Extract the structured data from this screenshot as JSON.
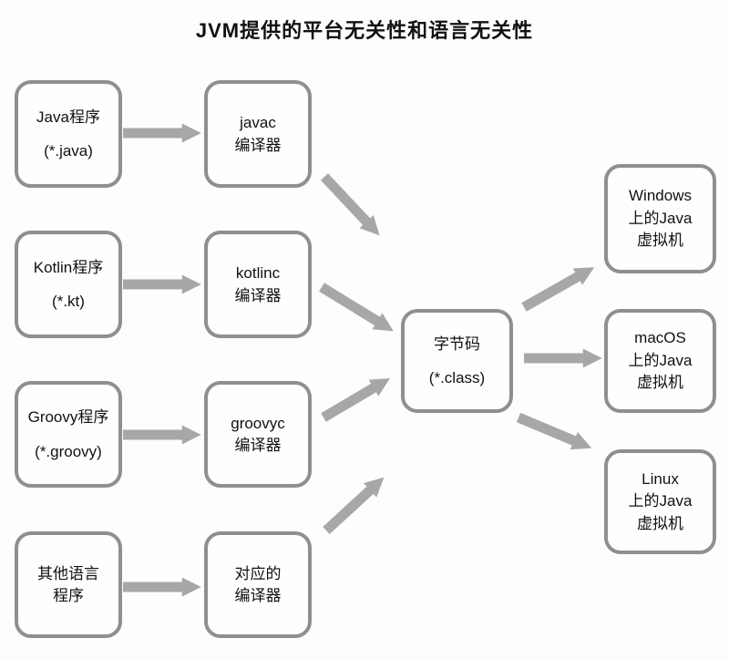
{
  "title": "JVM提供的平台无关性和语言无关性",
  "colors": {
    "background": "#fdfdfd",
    "box_border": "#8f8f8f",
    "arrow": "#a7a7a7",
    "text": "#111111"
  },
  "nodes": {
    "java_source": {
      "lines": [
        "Java程序",
        "(*.java)"
      ]
    },
    "javac": {
      "lines": [
        "javac",
        "编译器"
      ]
    },
    "kotlin_source": {
      "lines": [
        "Kotlin程序",
        "(*.kt)"
      ]
    },
    "kotlinc": {
      "lines": [
        "kotlinc",
        "编译器"
      ]
    },
    "groovy_source": {
      "lines": [
        "Groovy程序",
        "(*.groovy)"
      ]
    },
    "groovyc": {
      "lines": [
        "groovyc",
        "编译器"
      ]
    },
    "other_source": {
      "lines": [
        "其他语言",
        "程序"
      ]
    },
    "other_compiler": {
      "lines": [
        "对应的",
        "编译器"
      ]
    },
    "bytecode": {
      "lines": [
        "字节码",
        "(*.class)"
      ]
    },
    "windows_jvm": {
      "lines": [
        "Windows",
        "上的Java",
        "虚拟机"
      ]
    },
    "macos_jvm": {
      "lines": [
        "macOS",
        "上的Java",
        "虚拟机"
      ]
    },
    "linux_jvm": {
      "lines": [
        "Linux",
        "上的Java",
        "虚拟机"
      ]
    }
  },
  "edges": [
    {
      "from": "java_source",
      "to": "javac"
    },
    {
      "from": "kotlin_source",
      "to": "kotlinc"
    },
    {
      "from": "groovy_source",
      "to": "groovyc"
    },
    {
      "from": "other_source",
      "to": "other_compiler"
    },
    {
      "from": "javac",
      "to": "bytecode"
    },
    {
      "from": "kotlinc",
      "to": "bytecode"
    },
    {
      "from": "groovyc",
      "to": "bytecode"
    },
    {
      "from": "other_compiler",
      "to": "bytecode"
    },
    {
      "from": "bytecode",
      "to": "windows_jvm"
    },
    {
      "from": "bytecode",
      "to": "macos_jvm"
    },
    {
      "from": "bytecode",
      "to": "linux_jvm"
    }
  ]
}
